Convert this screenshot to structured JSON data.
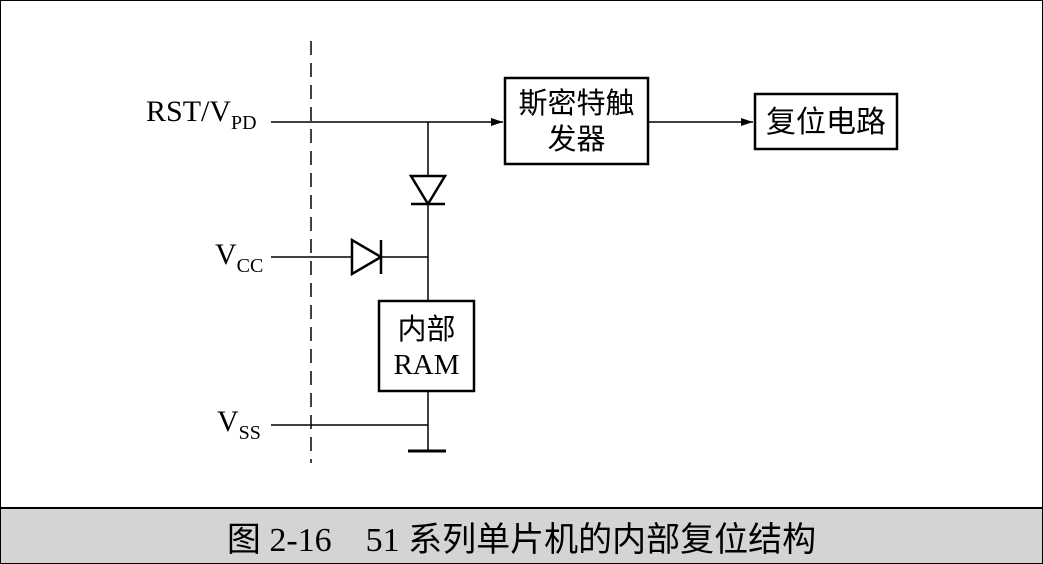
{
  "diagram": {
    "pins": {
      "rst_main": "RST/V",
      "rst_sub": "PD",
      "vcc_main": "V",
      "vcc_sub": "CC",
      "vss_main": "V",
      "vss_sub": "SS"
    },
    "schmitt_block": {
      "line1": "斯密特触",
      "line2": "发器"
    },
    "reset_block": {
      "label": "复位电路"
    },
    "ram_block": {
      "line1": "内部",
      "line2": "RAM"
    }
  },
  "caption": {
    "text": "图 2-16    51 系列单片机的内部复位结构"
  }
}
